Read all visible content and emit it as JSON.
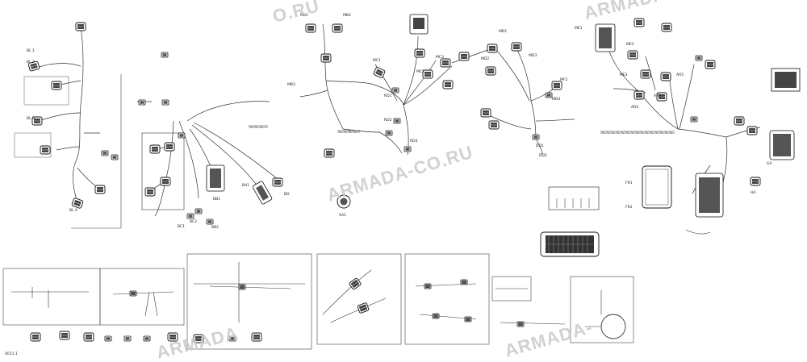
{
  "watermark": "ARMADA-CO.RU",
  "watermark_fragments": {
    "top": "O.RU",
    "top_right": "ARMADA-CO.RU",
    "bottom_center": "ARMADA",
    "bottom_right": "ARMADA-"
  },
  "connectors": {
    "bl_1": "BL 1",
    "bl_2": "BL 2",
    "bl_3": "BL 3",
    "bl_4": "BL 4",
    "mb1": "MB1",
    "mb2": "MB2",
    "mb3": "MB3",
    "mc1": "MC1",
    "mc2": "MC2",
    "mc3": "MC3",
    "md1": "MD1",
    "md2": "MD2",
    "md3": "MD3",
    "md4": "MD4",
    "mf2": "MF2",
    "me1": "ME1",
    "me2": "ME2",
    "me3": "ME3",
    "ar3": "AR3",
    "ar4": "AR4",
    "ar5": "AR5",
    "ba1": "BA1",
    "bb1": "BB1",
    "bb2": "BB2",
    "bc1": "BC1",
    "bc2": "BC2",
    "bd": "BD",
    "rd1": "RD1",
    "rd2": "RD2",
    "rd3": "RD3",
    "fr1": "FR1",
    "fr2": "FR2",
    "sa1": "SA1",
    "dd1": "DD1",
    "dd2": "DD2",
    "ga": "GA",
    "ha": "HA"
  },
  "figure_id": "0011-1"
}
